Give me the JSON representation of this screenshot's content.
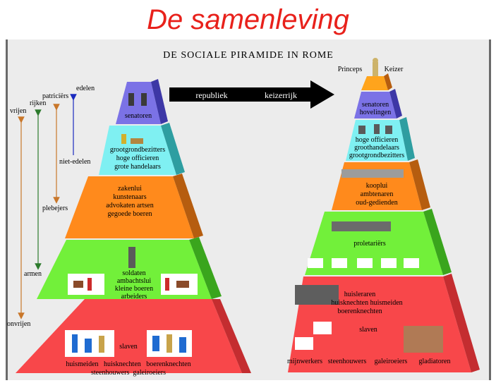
{
  "title": "De samenleving",
  "header": "DE SOCIALE PIRAMIDE IN ROME",
  "arrow": {
    "left": "republiek",
    "right": "keizerrijk"
  },
  "left_axis": {
    "edelen": "edelen",
    "patriciers": "patriciërs",
    "rijken": "rijken",
    "vrijen": "vrijen",
    "niet_edelen": "niet-edelen",
    "plebejers": "plebejers",
    "armen": "armen",
    "onvrijen": "onvrijen"
  },
  "left_pyramid": {
    "levels": [
      {
        "lines": [
          "senatoren"
        ],
        "color": "#7b72e6"
      },
      {
        "lines": [
          "grootgrondbezitters",
          "hoge officieren",
          "grote handelaars"
        ],
        "color": "#7ff0f2"
      },
      {
        "lines": [
          "zakenlui",
          "kunstenaars",
          "advokaten artsen",
          "gegoede boeren"
        ],
        "color": "#ff8a1c"
      },
      {
        "lines": [
          "soldaten",
          "ambachtslui",
          "kleine boeren",
          "arbeiders"
        ],
        "color": "#72f03a"
      },
      {
        "lines": [
          "slaven",
          "huismeiden   huisknechten   boerenknechten",
          "steenhouwers  galeiroeiers"
        ],
        "color": "#f8474a"
      }
    ]
  },
  "right_pyramid": {
    "top_labels": {
      "princeps": "Princeps",
      "keizer": "Keizer"
    },
    "levels": [
      {
        "lines": [],
        "color": "#ffa41c"
      },
      {
        "lines": [
          "senatoren",
          "hovelingen"
        ],
        "color": "#7b72e6"
      },
      {
        "lines": [
          "hoge officieren",
          "groothandelaars",
          "grootgrondbezitters"
        ],
        "color": "#7ff0f2"
      },
      {
        "lines": [
          "kooplui",
          "ambtenaren",
          "oud-gedienden"
        ],
        "color": "#ff8a1c"
      },
      {
        "lines": [
          "proletariërs"
        ],
        "color": "#72f03a"
      },
      {
        "lines": [
          "huisleraren",
          "huisknechten huismeiden",
          "boerenknechten",
          "slaven"
        ],
        "color": "#f8474a"
      }
    ],
    "bottom_line": [
      "mijnwerkers",
      "steenhouwers",
      "galeiroeiers",
      "gladiatoren"
    ]
  }
}
